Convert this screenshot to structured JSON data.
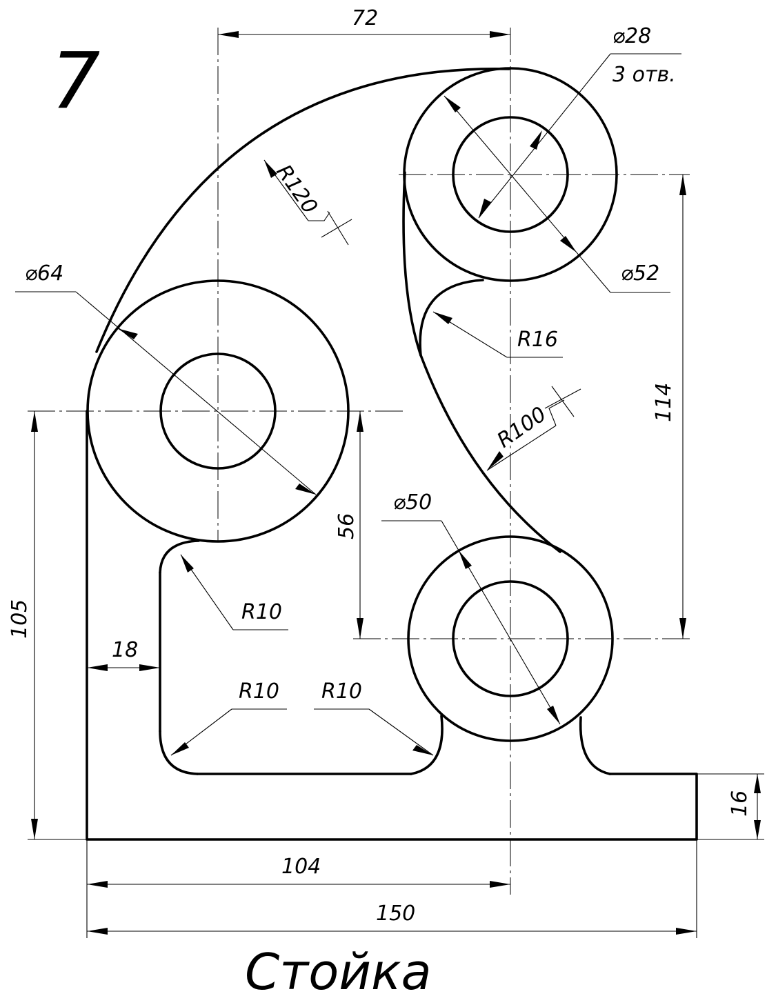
{
  "sheet": {
    "number": "7",
    "title": "Стойка"
  },
  "dimensions": {
    "d72": "72",
    "d28": "⌀28",
    "d28_note": "3 отв.",
    "r120": "R120",
    "d64": "⌀64",
    "d52": "⌀52",
    "r16": "R16",
    "d114": "114",
    "r100": "R100",
    "d50": "⌀50",
    "d56": "56",
    "r10_top": "R10",
    "d105": "105",
    "d18": "18",
    "r10_left": "R10",
    "r10_right": "R10",
    "d16": "16",
    "d104": "104",
    "d150": "150"
  }
}
